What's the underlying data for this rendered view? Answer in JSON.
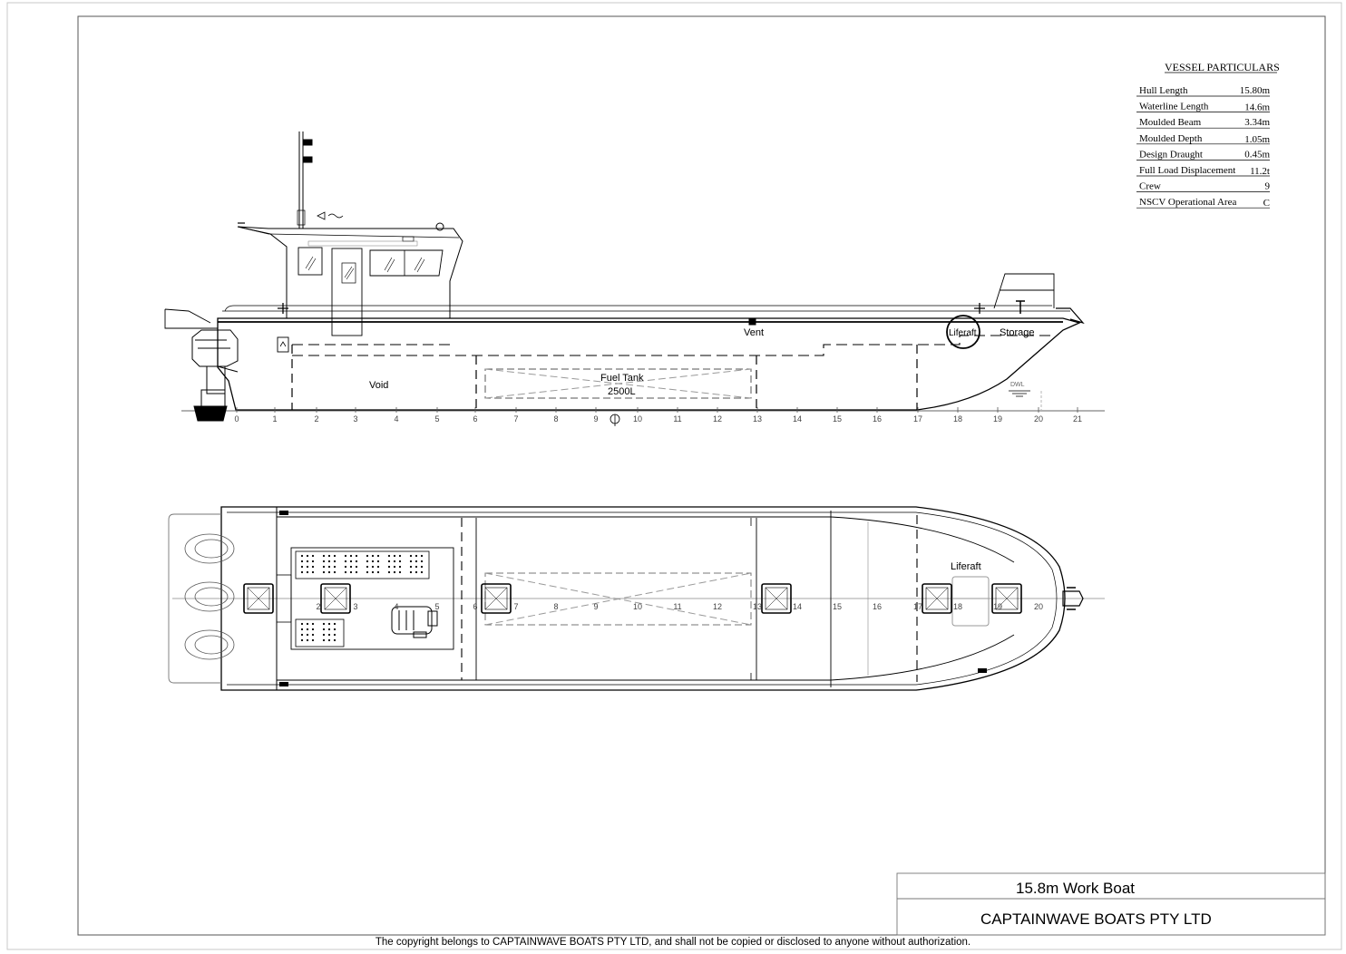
{
  "particulars": {
    "title": "VESSEL PARTICULARS",
    "rows": [
      {
        "label": "Hull Length",
        "value": "15.80m"
      },
      {
        "label": "Waterline Length",
        "value": "14.6m"
      },
      {
        "label": "Moulded Beam",
        "value": "3.34m"
      },
      {
        "label": "Moulded Depth",
        "value": "1.05m"
      },
      {
        "label": "Design Draught",
        "value": "0.45m"
      },
      {
        "label": "Full Load Displacement",
        "value": "11.2t"
      },
      {
        "label": "Crew",
        "value": "9"
      },
      {
        "label": "NSCV Operational Area",
        "value": "C"
      }
    ]
  },
  "profile": {
    "labels": {
      "void": "Void",
      "fuel_tank": "Fuel Tank",
      "fuel_capacity": "2500L",
      "vent": "Vent",
      "liferaft": "Liferaft",
      "storage": "Storage",
      "dwl": "DWL"
    },
    "frames": [
      "0",
      "1",
      "2",
      "3",
      "4",
      "5",
      "6",
      "7",
      "8",
      "9",
      "10",
      "11",
      "12",
      "13",
      "14",
      "15",
      "16",
      "17",
      "18",
      "19",
      "20",
      "21"
    ]
  },
  "plan": {
    "labels": {
      "liferaft": "Liferaft"
    },
    "frames": [
      "2",
      "3",
      "4",
      "5",
      "6",
      "7",
      "8",
      "9",
      "10",
      "11",
      "12",
      "13",
      "14",
      "15",
      "16",
      "17",
      "18",
      "19",
      "20"
    ]
  },
  "title_block": {
    "drawing_title": "15.8m Work Boat",
    "company": "CAPTAINWAVE BOATS PTY LTD"
  },
  "footer": {
    "copyright": "The copyright belongs to CAPTAINWAVE BOATS PTY LTD, and shall not be copied or disclosed to anyone without authorization."
  }
}
